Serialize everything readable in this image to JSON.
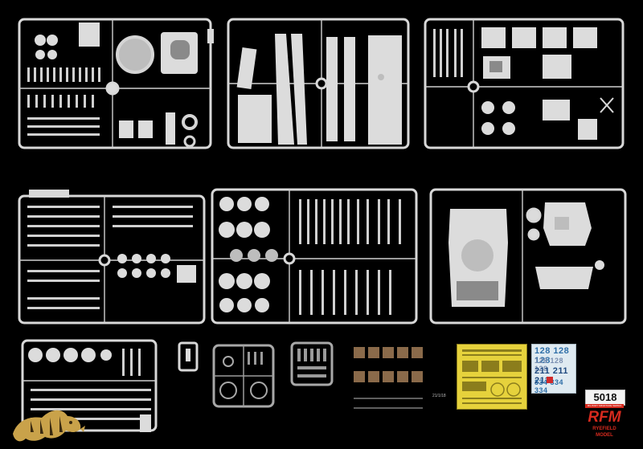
{
  "product": {
    "kit_number": "5018",
    "brand_logo": "RFM",
    "brand_name": "RYEFIELD MODEL",
    "series": "MILITARY MINIATURE SERIES"
  },
  "parts_tag": "21/1/18",
  "decals": {
    "numbers_row1": "128  128  128",
    "numbers_row2": "128  128  128",
    "numbers_row3": "211   211  211",
    "numbers_row4": "334  334  334",
    "base_color": "#dfeaf1",
    "number_color": "#2f6fa8",
    "accent_color": "#d12a2a"
  },
  "photo_etch": {
    "color": "#e6d23c"
  },
  "colors": {
    "background": "#000000",
    "plastic": "#dcdcdc",
    "clear_frame": "#b5b5b5",
    "brand_red": "#d62a1e",
    "tiger_logo": "#c9a24a"
  },
  "icons": [
    "tiger-emblem-icon"
  ]
}
